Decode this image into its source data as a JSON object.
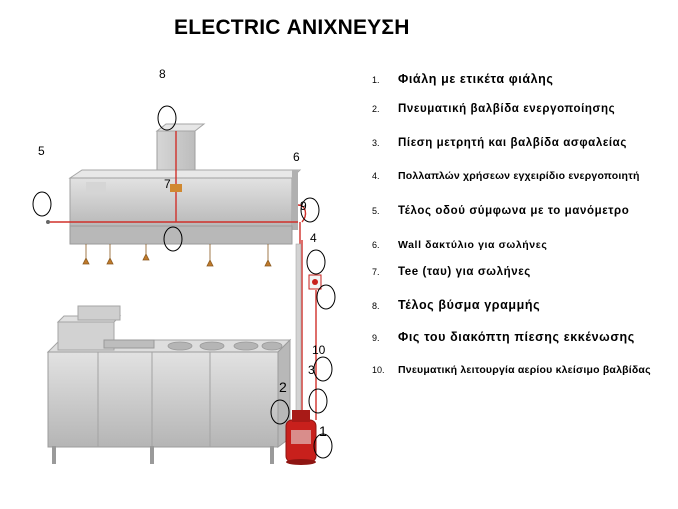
{
  "title": "ELECTRIC ΑΝΙΧΝΕΥΣΗ",
  "legend": [
    {
      "num": "1.",
      "text": "Φιάλη με ετικέτα φιάλης"
    },
    {
      "num": "2.",
      "text": "Πνευματική βαλβίδα ενεργοποίησης"
    },
    {
      "num": "3.",
      "text": "Πίεση μετρητή και βαλβίδα ασφαλείας"
    },
    {
      "num": "4.",
      "text": "Πολλαπλών χρήσεων εγχειρίδιο ενεργοποιητή"
    },
    {
      "num": "5.",
      "text": "Τέλος οδού σύμφωνα με το μανόμετρο"
    },
    {
      "num": "6.",
      "text": "Wall δακτύλιο για σωλήνες"
    },
    {
      "num": "7.",
      "text": "Tee (ταυ) για σωλήνες"
    },
    {
      "num": "8.",
      "text": "Τέλος βύσμα γραμμής"
    },
    {
      "num": "9.",
      "text": "Φις του διακόπτη πίεσης εκκένωσης"
    },
    {
      "num": "10.",
      "text": "Πνευματική λειτουργία αερίου κλείσιμο βαλβίδας"
    }
  ],
  "callouts": {
    "c1": "1",
    "c2": "2",
    "c3": "3",
    "c4": "4",
    "c5": "5",
    "c6": "6",
    "c7": "7",
    "c8": "8",
    "c9": "9",
    "c10": "10"
  },
  "colors": {
    "pipe": "#d0302a",
    "cylinder": "#c8201c",
    "steel": "#c9c9c9",
    "steel_dark": "#9a9a9a"
  }
}
